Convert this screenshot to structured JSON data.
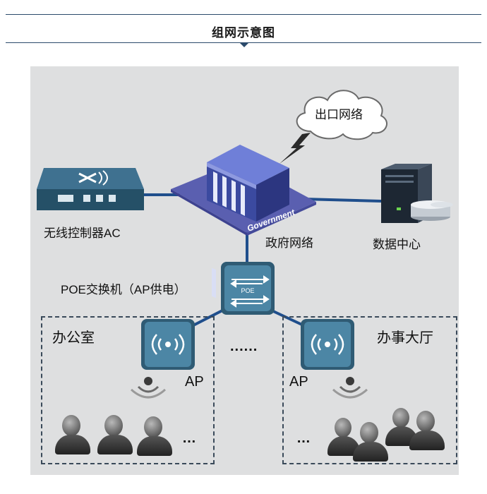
{
  "title": "组网示意图",
  "nodes": {
    "internet": "出口网络",
    "government": "政府网络",
    "government_sign": "Government",
    "ac": "无线控制器AC",
    "datacenter": "数据中心",
    "poe_switch": "POE交换机（AP供电）",
    "poe_badge": "POE",
    "office": "办公室",
    "hall": "办事大厅",
    "ap_left": "AP",
    "ap_right": "AP",
    "ellipsis_middle": "......",
    "ellipsis_left": "…",
    "ellipsis_right": "…"
  },
  "colors": {
    "link": "#1f4e8c",
    "panel": "#dedfe0",
    "platform": "#5a5fb0",
    "device": "#2f5b74"
  },
  "icons": [
    "cloud-icon",
    "lightning-icon",
    "government-building-icon",
    "ac-controller-icon",
    "server-icon",
    "database-icon",
    "switch-icon",
    "wireless-ap-icon",
    "wifi-signal-icon",
    "person-icon"
  ]
}
